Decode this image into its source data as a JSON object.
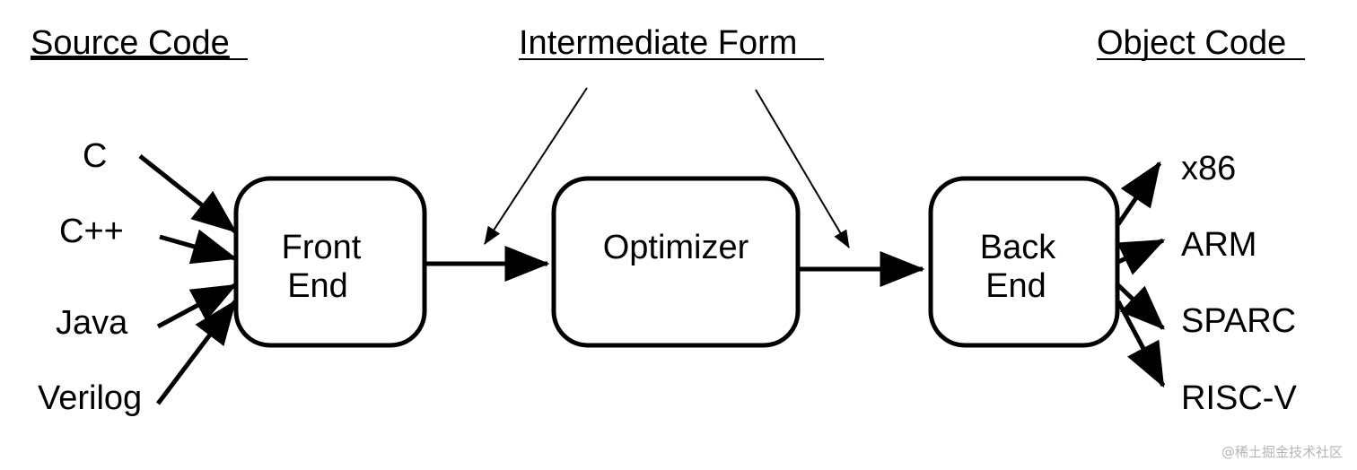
{
  "headers": {
    "source": "Source Code",
    "intermediate": "Intermediate Form",
    "object": "Object Code"
  },
  "sources": [
    "C",
    "C++",
    "Java",
    "Verilog"
  ],
  "stages": {
    "front_end": [
      "Front",
      "End"
    ],
    "optimizer": [
      "Optimizer"
    ],
    "back_end": [
      "Back",
      "End"
    ]
  },
  "targets": [
    "x86",
    "ARM",
    "SPARC",
    "RISC-V"
  ],
  "watermark": "@稀土掘金技术社区",
  "colors": {
    "ink": "#000000",
    "watermark": "#b5b5b5",
    "background": "#ffffff"
  }
}
